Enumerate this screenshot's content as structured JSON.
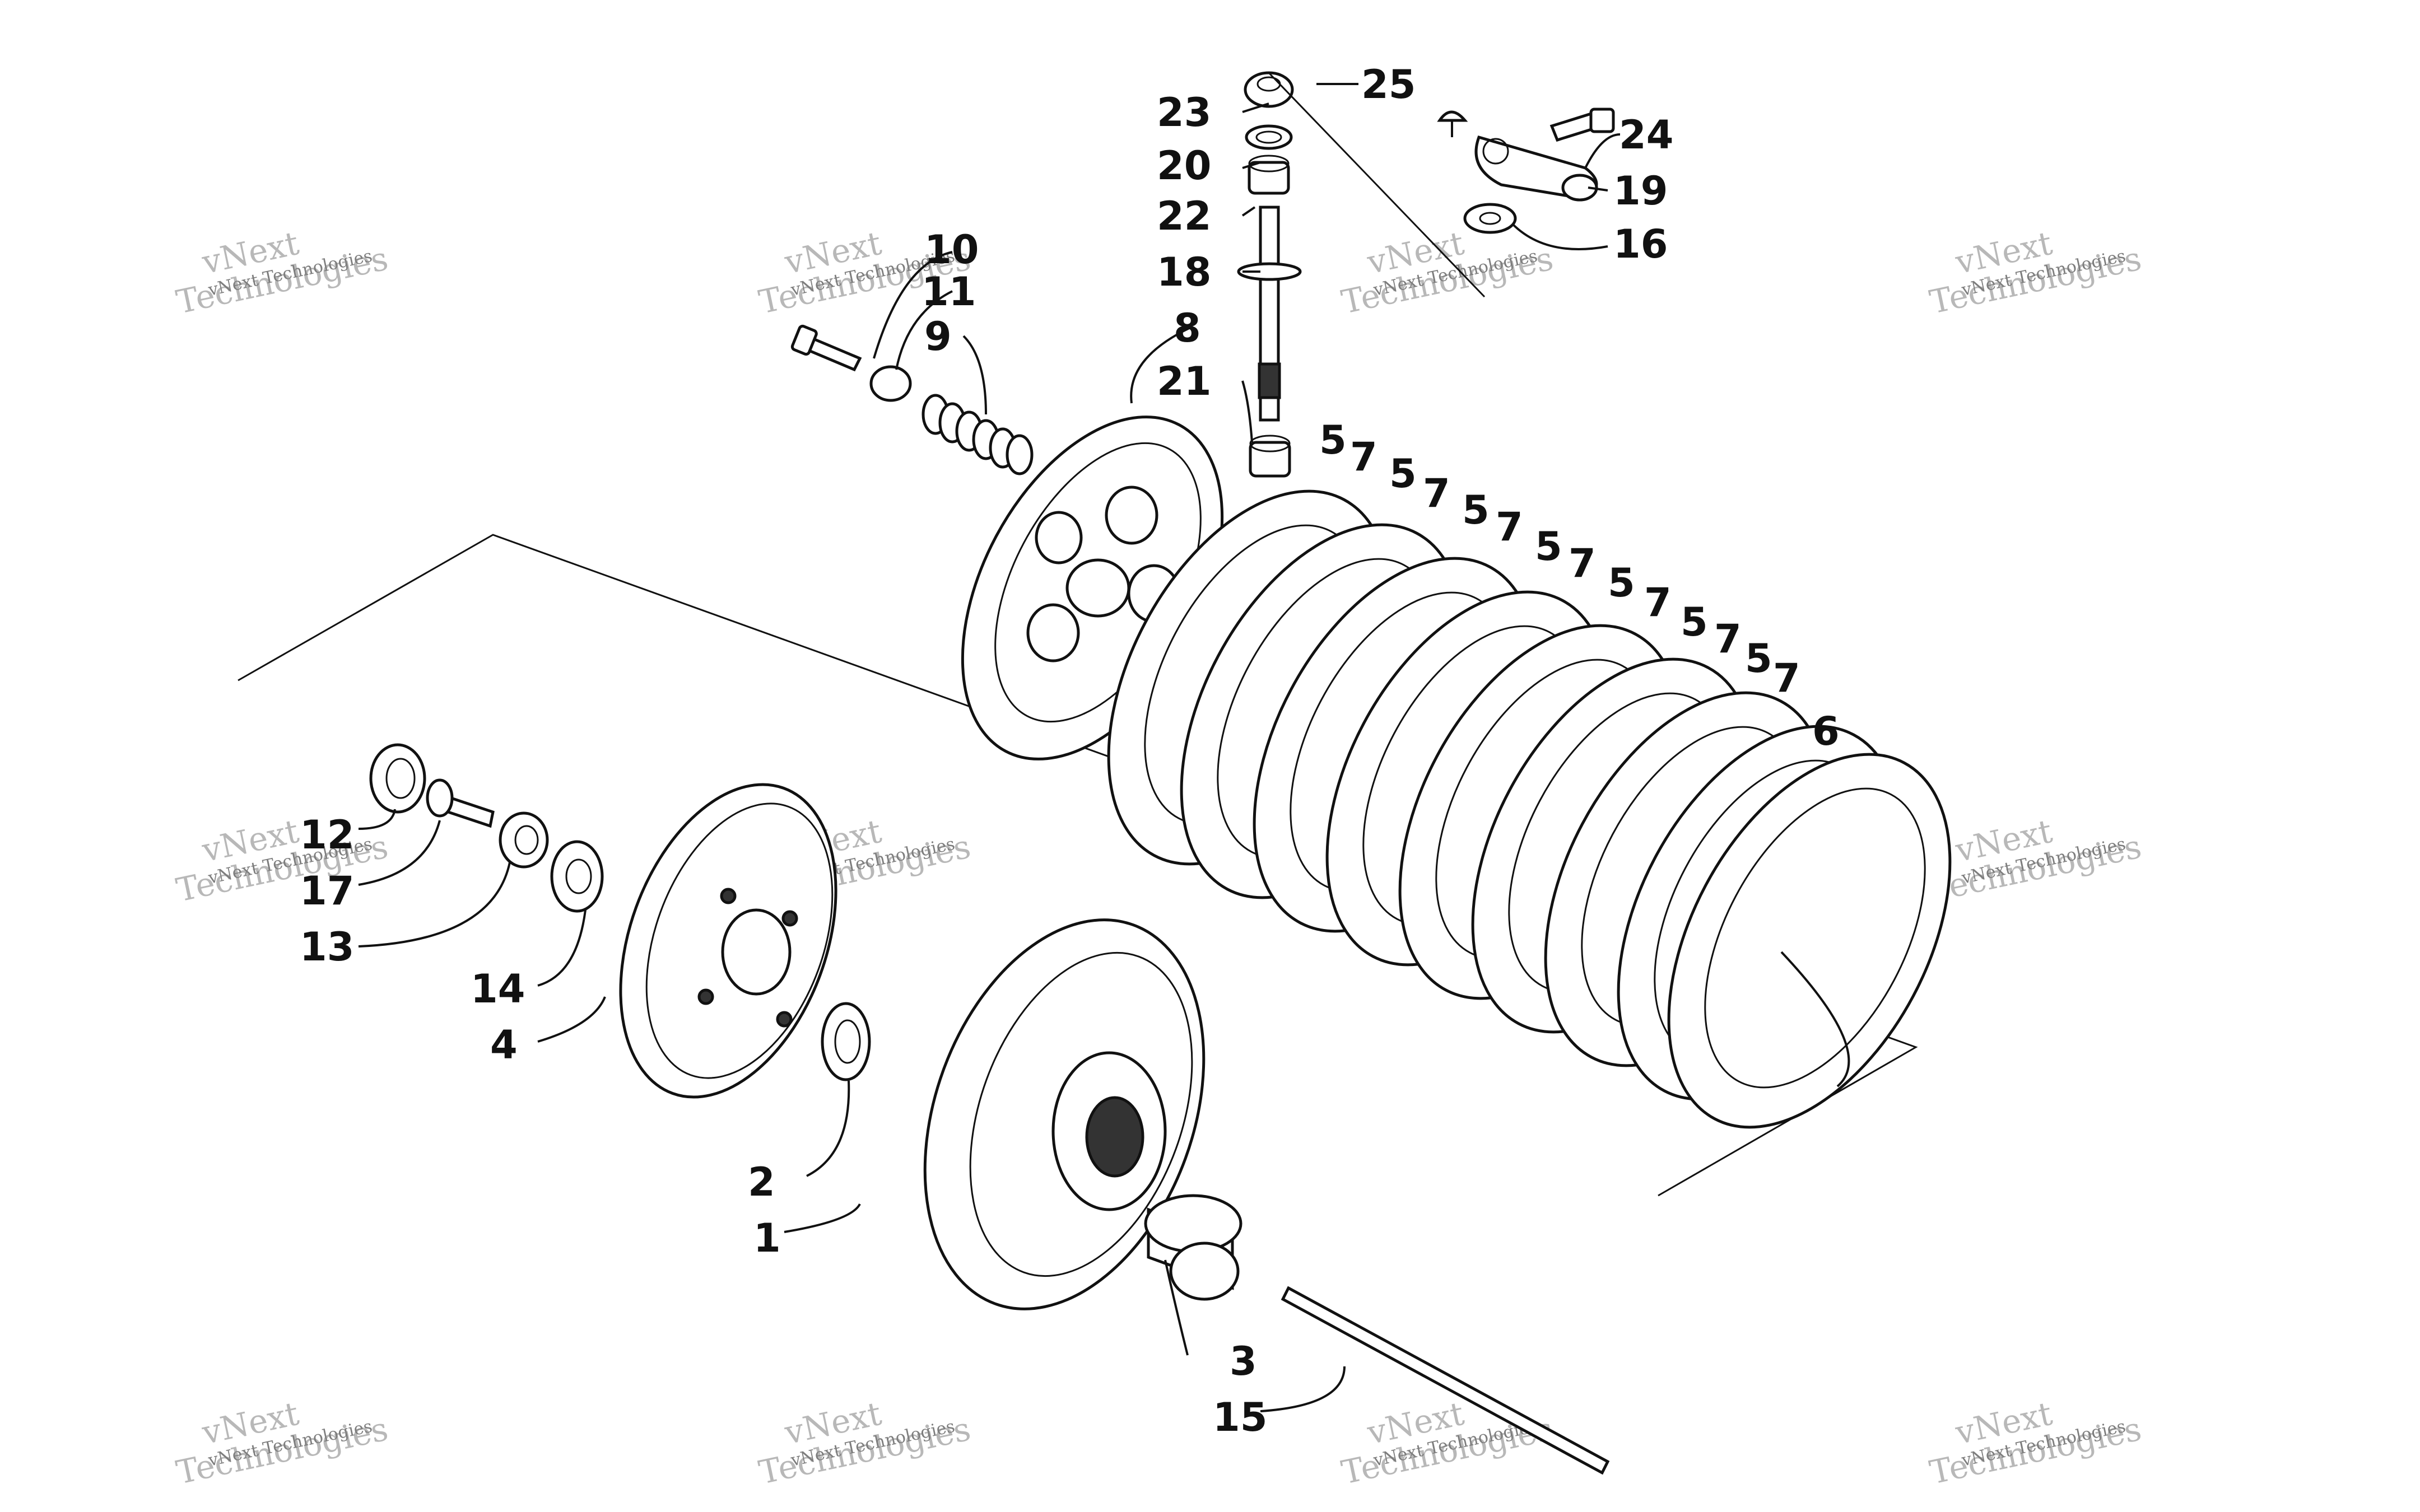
{
  "diagram": {
    "callouts": [
      "1",
      "2",
      "3",
      "4",
      "5",
      "6",
      "7",
      "8",
      "9",
      "10",
      "11",
      "12",
      "13",
      "14",
      "15",
      "16",
      "17",
      "18",
      "19",
      "20",
      "21",
      "22",
      "23",
      "24",
      "25"
    ],
    "plate_labels_5": [
      "5",
      "5",
      "5",
      "5",
      "5",
      "5",
      "5"
    ],
    "plate_labels_7": [
      "7",
      "7",
      "7",
      "7",
      "7",
      "7",
      "7"
    ]
  },
  "watermark": {
    "line1": "vNext",
    "line2": "Technologies",
    "small": "vNext Technologies"
  }
}
